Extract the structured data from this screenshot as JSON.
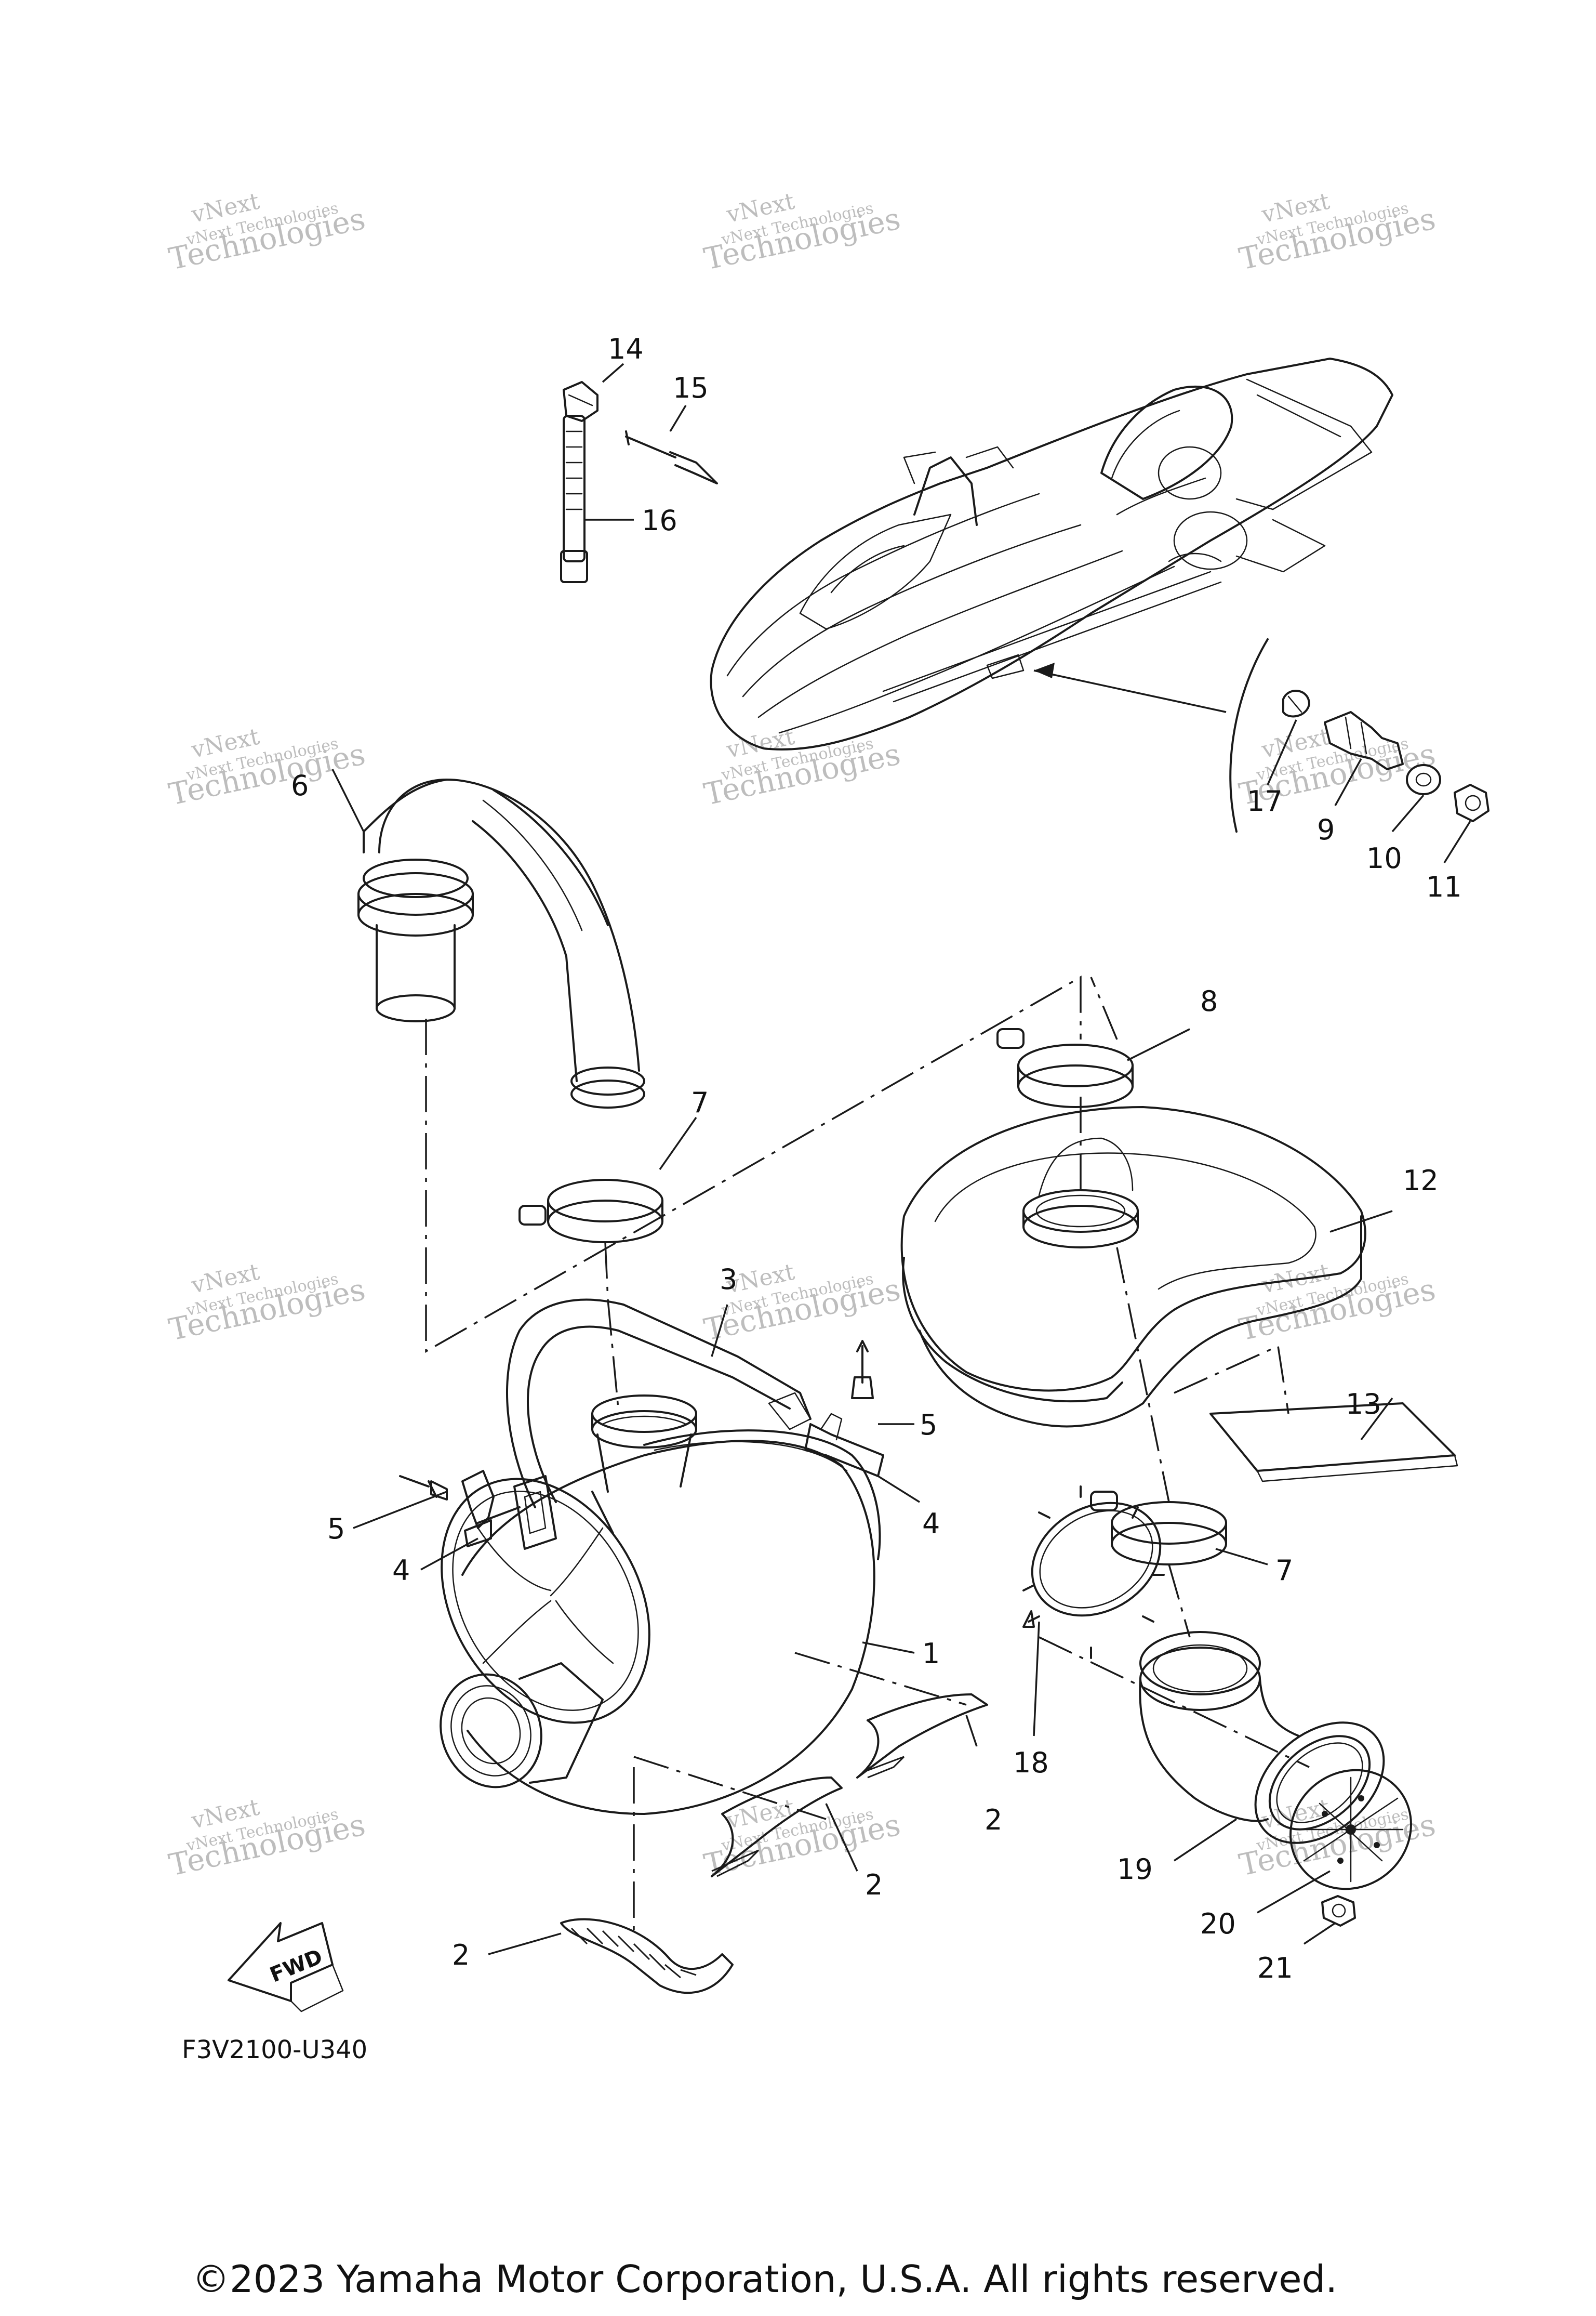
{
  "diagram": {
    "code": "F3V2100-U340",
    "copyright": "©2023 Yamaha Motor Corporation, U.S.A. All rights reserved.",
    "fwd_label": "FWD",
    "watermark": {
      "line1": "vNext",
      "line2": "vNext Technologies",
      "line3": "Technologies"
    },
    "callouts": [
      "1",
      "2",
      "2",
      "2",
      "3",
      "4",
      "4",
      "5",
      "5",
      "6",
      "7",
      "7",
      "8",
      "9",
      "10",
      "11",
      "12",
      "13",
      "14",
      "15",
      "16",
      "17",
      "18",
      "19",
      "20",
      "21"
    ]
  }
}
